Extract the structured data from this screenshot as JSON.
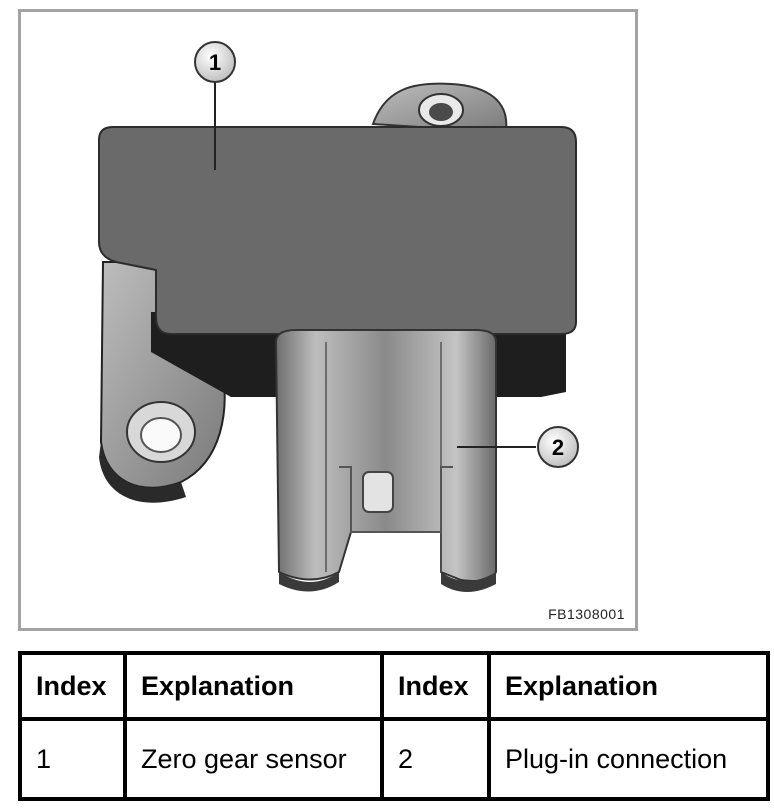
{
  "figure": {
    "id": "FB1308001",
    "callouts": [
      {
        "number": "1"
      },
      {
        "number": "2"
      }
    ]
  },
  "legend": {
    "headers": [
      "Index",
      "Explanation",
      "Index",
      "Explanation"
    ],
    "rows": [
      [
        "1",
        "Zero gear sensor",
        "2",
        "Plug-in connection"
      ]
    ]
  }
}
